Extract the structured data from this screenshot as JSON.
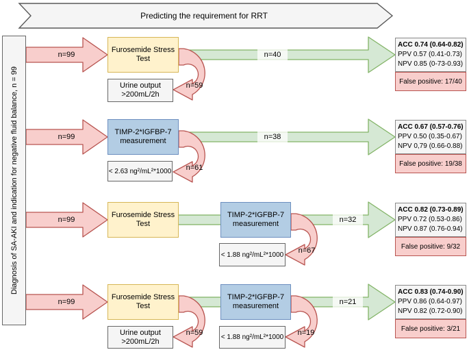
{
  "banner": {
    "title": "Predicting the requirement for RRT"
  },
  "sidebar": {
    "label": "Diagnosis of SA-AKI and indication for negative fluid balance, n = 99"
  },
  "colors": {
    "exclusion_red_fill": "#f8cecc",
    "exclusion_red_stroke": "#b85450",
    "pass_green_fill": "#d5e8d4",
    "pass_green_stroke": "#82b366",
    "fst_yellow_fill": "#fff2cc",
    "fst_yellow_stroke": "#d6b656",
    "timp_blue_fill": "#b3cde4",
    "timp_blue_stroke": "#6c8ebf",
    "neutral_gray_fill": "#f5f5f5",
    "neutral_gray_stroke": "#666666"
  },
  "rows": [
    {
      "cohort_label": "n=99",
      "test1": "Furosemide Stress Test",
      "criterion1": "Urine output >200mL/2h",
      "excluded1": "n=59",
      "pass_label": "n=40",
      "results": {
        "acc": "ACC 0.74 (0.64-0.82)",
        "ppv": "PPV 0.57 (0.41-0.73)",
        "npv": "NPV 0.85 (0-73-0.93)",
        "false_positive": "False positive: 17/40"
      }
    },
    {
      "cohort_label": "n=99",
      "test1": "TIMP-2*IGFBP-7 measurement",
      "criterion1": "< 2.63 ng²/mL²*1000",
      "excluded1": "n=61",
      "pass_label": "n=38",
      "results": {
        "acc": "ACC 0.67 (0.57-0.76)",
        "ppv": "PPV 0.50 (0.35-0.67)",
        "npv": "NPV 0,79 (0.66-0.88)",
        "false_positive": "False positive: 19/38"
      }
    },
    {
      "cohort_label": "n=99",
      "test1": "Furosemide Stress Test",
      "test2": "TIMP-2*IGFBP-7 measurement",
      "criterion2": "< 1.88 ng²/mL²*1000",
      "excluded2": "n=67",
      "pass_label": "n=32",
      "results": {
        "acc": "ACC 0.82 (0.73-0.89)",
        "ppv": "PPV 0.72 (0.53-0.86)",
        "npv": "NPV 0.87 (0.76-0.94)",
        "false_positive": "False positive: 9/32"
      }
    },
    {
      "cohort_label": "n=99",
      "test1": "Furosemide Stress Test",
      "criterion1": "Urine output >200mL/2h",
      "excluded1": "n=59",
      "test2": "TIMP-2*IGFBP-7 measurement",
      "criterion2": "< 1.88 ng²/mL²*1000",
      "excluded2": "n=19",
      "pass_label": "n=21",
      "results": {
        "acc": "ACC 0.83 (0.74-0.90)",
        "ppv": "PPV 0.86 (0.64-0.97)",
        "npv": "NPV 0.82 (0.72-0.90)",
        "false_positive": "False positive: 3/21"
      }
    }
  ]
}
